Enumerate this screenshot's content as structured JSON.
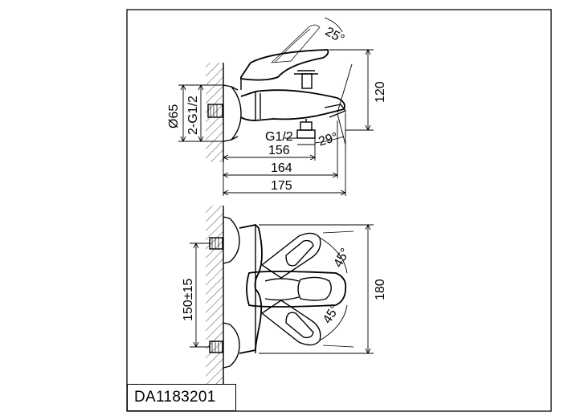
{
  "product": {
    "code": "DA1183201"
  },
  "side_view": {
    "angle_handle": "25°",
    "height_dim": "120",
    "wall_flange_dia": "Ø65",
    "inlet_thread": "2-G1/2",
    "outlet_thread": "G1/2",
    "angle_spout": "29°",
    "length_a": "156",
    "length_b": "164",
    "length_c": "175"
  },
  "top_view": {
    "angle_up": "45°",
    "angle_down": "45°",
    "width_dim": "180",
    "center_distance": "150±15"
  }
}
